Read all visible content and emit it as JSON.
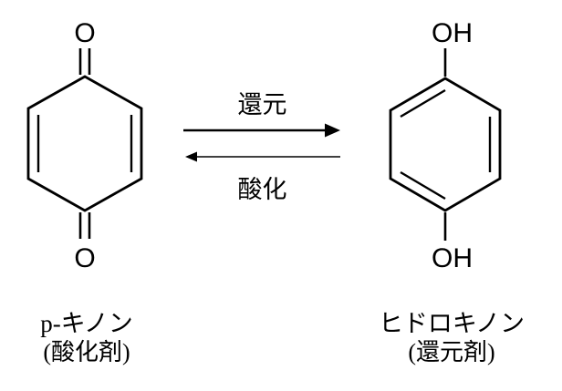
{
  "reaction": {
    "forward_label": "還元",
    "reverse_label": "酸化"
  },
  "left_molecule": {
    "name": "p-benzoquinone",
    "top_atom": "O",
    "bottom_atom": "O",
    "caption_line1": "p-キノン",
    "caption_line2": "(酸化剤)"
  },
  "right_molecule": {
    "name": "hydroquinone",
    "top_atom": "OH",
    "bottom_atom": "OH",
    "caption_line1": "ヒドロキノン",
    "caption_line2": "(還元剤)"
  },
  "colors": {
    "line": "#000000",
    "background": "#ffffff"
  }
}
